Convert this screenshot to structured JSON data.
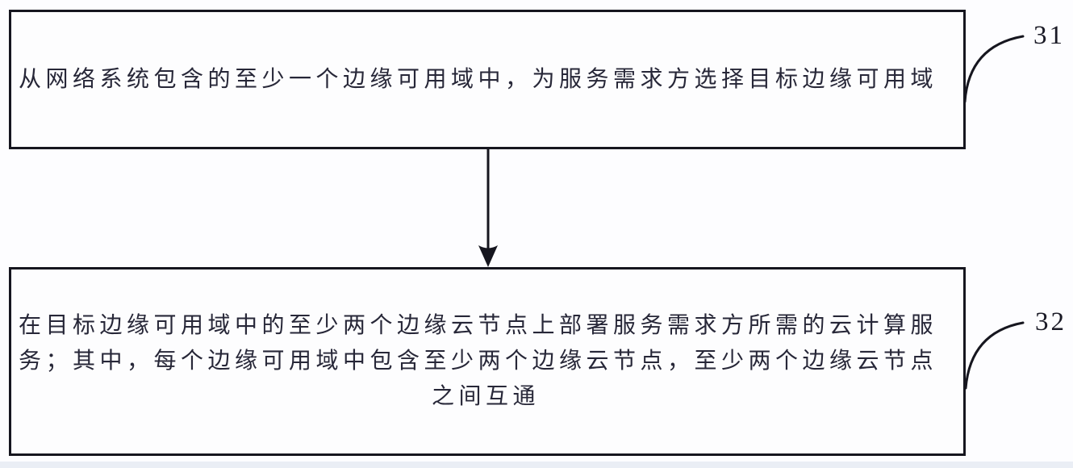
{
  "figure": {
    "type": "flowchart",
    "connector": "down-arrow",
    "steps": [
      {
        "label": "31",
        "lines": [
          "从网络系统包含的至少一个边缘可用域中，为服务需求方选择目标边缘可用域"
        ]
      },
      {
        "label": "32",
        "lines": [
          "在目标边缘可用域中的至少两个边缘云节点上部署服务需求方所需的云计算服",
          "务；其中，每个边缘可用域中包含至少两个边缘云节点，至少两个边缘云节点",
          "之间互通"
        ]
      }
    ],
    "colors": {
      "box_border": "#16161f",
      "text": "#272738",
      "line": "#16161f",
      "background": "#fdfdff",
      "bottom_strip": "#eaeef5"
    }
  }
}
